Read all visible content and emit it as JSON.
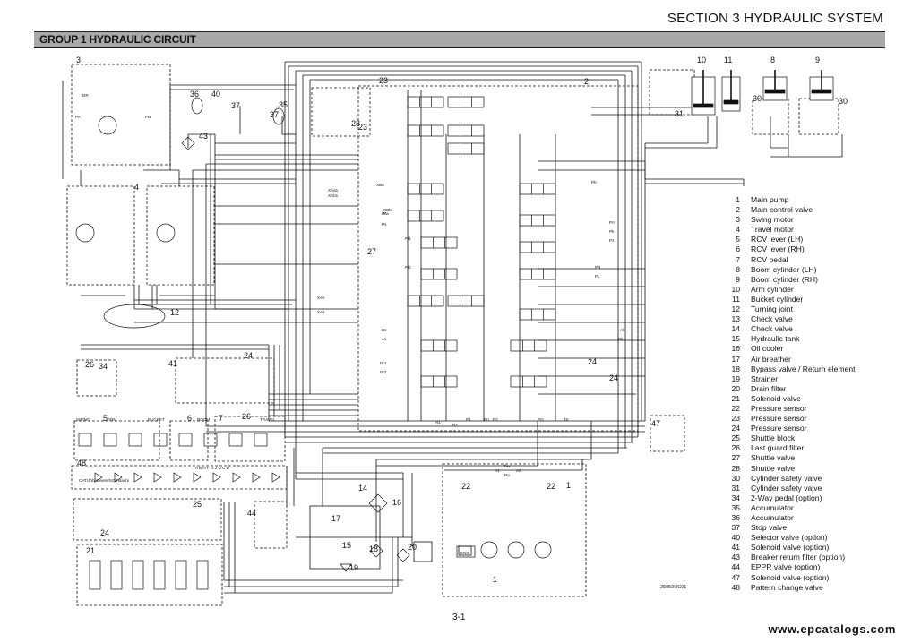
{
  "header": {
    "section_title": "SECTION 3 HYDRAULIC SYSTEM",
    "group_title": "GROUP 1 HYDRAULIC CIRCUIT"
  },
  "legend": [
    {
      "num": "1",
      "label": "Main pump"
    },
    {
      "num": "2",
      "label": "Main control valve"
    },
    {
      "num": "3",
      "label": "Swing motor"
    },
    {
      "num": "4",
      "label": "Travel motor"
    },
    {
      "num": "5",
      "label": "RCV lever (LH)"
    },
    {
      "num": "6",
      "label": "RCV lever (RH)"
    },
    {
      "num": "7",
      "label": "RCV pedal"
    },
    {
      "num": "8",
      "label": "Boom cylinder (LH)"
    },
    {
      "num": "9",
      "label": "Boom cylinder (RH)"
    },
    {
      "num": "10",
      "label": "Arm cylinder"
    },
    {
      "num": "11",
      "label": "Bucket cylinder"
    },
    {
      "num": "12",
      "label": "Turning joint"
    },
    {
      "num": "13",
      "label": "Check valve"
    },
    {
      "num": "14",
      "label": "Check valve"
    },
    {
      "num": "15",
      "label": "Hydraulic tank"
    },
    {
      "num": "16",
      "label": "Oil cooler"
    },
    {
      "num": "17",
      "label": "Air breather"
    },
    {
      "num": "18",
      "label": "Bypass valve / Return element"
    },
    {
      "num": "19",
      "label": "Strainer"
    },
    {
      "num": "20",
      "label": "Drain filter"
    },
    {
      "num": "21",
      "label": "Solenoid valve"
    },
    {
      "num": "22",
      "label": "Pressure sensor"
    },
    {
      "num": "23",
      "label": "Pressure sensor"
    },
    {
      "num": "24",
      "label": "Pressure sensor"
    },
    {
      "num": "25",
      "label": "Shuttle block"
    },
    {
      "num": "26",
      "label": "Last guard filter"
    },
    {
      "num": "27",
      "label": "Shuttle valve"
    },
    {
      "num": "28",
      "label": "Shuttle valve"
    },
    {
      "num": "30",
      "label": "Cylinder safety valve"
    },
    {
      "num": "31",
      "label": "Cylinder safety valve"
    },
    {
      "num": "34",
      "label": "2-Way pedal (option)"
    },
    {
      "num": "35",
      "label": "Accumulator"
    },
    {
      "num": "36",
      "label": "Accumulator"
    },
    {
      "num": "37",
      "label": "Stop valve"
    },
    {
      "num": "40",
      "label": "Selector valve (option)"
    },
    {
      "num": "41",
      "label": "Solenoid valve (option)"
    },
    {
      "num": "43",
      "label": "Breaker return filter (option)"
    },
    {
      "num": "44",
      "label": "EPPR valve (option)"
    },
    {
      "num": "47",
      "label": "Solenoid valve (option)"
    },
    {
      "num": "48",
      "label": "Pattern change valve"
    }
  ],
  "diagram": {
    "callouts": [
      "1",
      "1",
      "2",
      "3",
      "4",
      "5",
      "6",
      "7",
      "8",
      "9",
      "10",
      "11",
      "12",
      "14",
      "15",
      "16",
      "17",
      "18",
      "19",
      "20",
      "21",
      "22",
      "22",
      "23",
      "23",
      "24",
      "24",
      "24",
      "24",
      "25",
      "26",
      "26",
      "27",
      "28",
      "30",
      "30",
      "31",
      "34",
      "35",
      "36",
      "37",
      "37",
      "40",
      "41",
      "43",
      "44",
      "47",
      "48"
    ],
    "tags": [
      "SWING",
      "ARM",
      "BUCKET",
      "BOOM",
      "TRAVEL",
      "ENG",
      "P1",
      "P2",
      "R1",
      "R2",
      "Pn",
      "Po",
      "PG",
      "A1",
      "A2",
      "Psv",
      "Dr",
      "DR",
      "PA",
      "PB",
      "Pi1",
      "Pi2",
      "XAa1",
      "XAb1",
      "XAk",
      "XAs",
      "XBa",
      "XBb",
      "Pa",
      "Pb",
      "Pc",
      "Ps",
      "Pm",
      "Pk",
      "Pz",
      "PR",
      "PL",
      "Bs",
      "As",
      "Ak",
      "Bk",
      "Dr1",
      "Dr2"
    ],
    "pattern_label": "CAT/JohnDeere/SO/Hitachi",
    "pattern_ports": "A E H F G J D C B",
    "figure_code": "25050HC01"
  },
  "footer": {
    "page_number": "3-1",
    "watermark": "www.epcatalogs.com"
  }
}
